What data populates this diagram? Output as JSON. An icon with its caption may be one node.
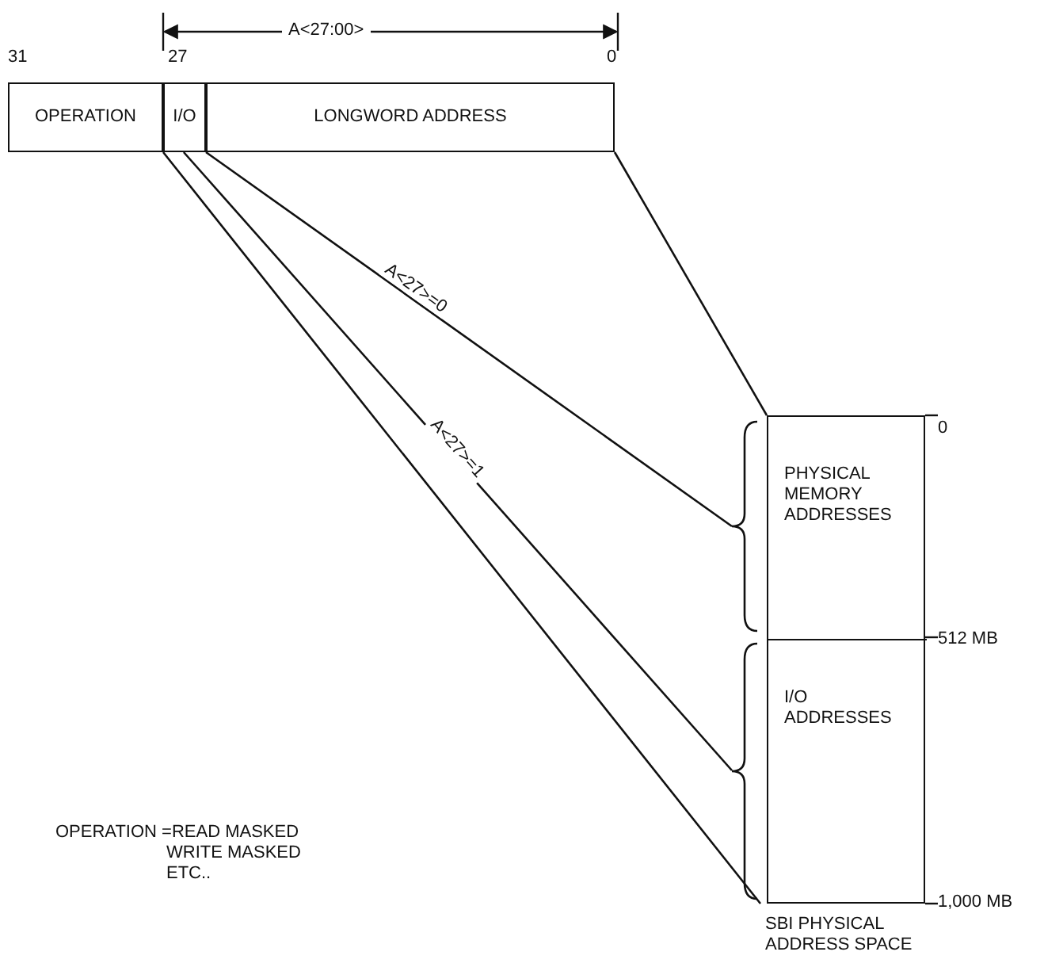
{
  "diagram": {
    "nodes": [
      {
        "text": [
          "OPERATION"
        ]
      },
      {
        "text": [
          "I/O"
        ]
      },
      {
        "text": [
          "LONGWORD ADDRESS"
        ]
      },
      {
        "text": [
          "SBI PHYSICAL ADDRESS SPACE"
        ]
      },
      {
        "text": [
          "PHYSICAL MEMORY ADDRESSES"
        ],
        "in": 3
      },
      {
        "text": [
          "I/O ADDRESSES"
        ],
        "in": 3
      }
    ],
    "edges": [
      {
        "from": 1,
        "to": 4,
        "arrow": "none",
        "label": "A<27>=0"
      },
      {
        "from": 1,
        "to": 5,
        "arrow": "none",
        "label": "A<27>=1"
      },
      {
        "from": 1,
        "to": 5,
        "arrow": "none"
      },
      {
        "from": 2,
        "to": 3,
        "arrow": "none"
      }
    ],
    "labels": [
      "A<27:00>",
      "31",
      "27",
      "0",
      "0",
      "512 MB",
      "1,000 MB",
      "OPERATION =READ MASKED WRITE MASKED ETC.."
    ]
  }
}
